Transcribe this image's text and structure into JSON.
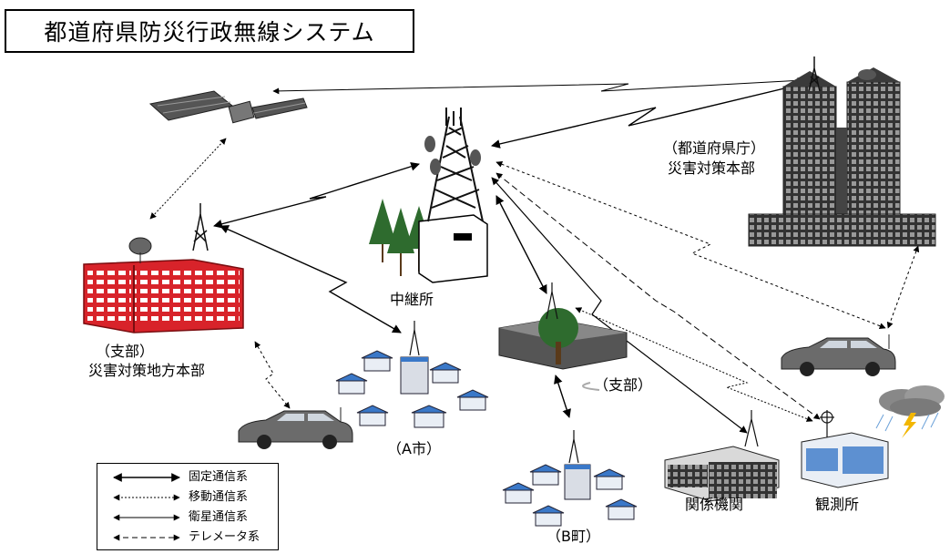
{
  "title": "都道府県防災行政無線システム",
  "nodes": {
    "prefecture_hq": [
      "（都道府県庁）",
      "災害対策本部"
    ],
    "relay": "中継所",
    "branch_hq": [
      "（支部）",
      "災害対策地方本部"
    ],
    "branch": "（支部）",
    "city_a": "（A市）",
    "town_b": "（B町）",
    "related_org": "関係機関",
    "observatory": "観測所"
  },
  "legend": [
    {
      "label": "固定通信系",
      "style": "solid-both"
    },
    {
      "label": "移動通信系",
      "style": "dotted-both"
    },
    {
      "label": "衛星通信系",
      "style": "solid-both"
    },
    {
      "label": "テレメータ系",
      "style": "dashed-both"
    }
  ],
  "colors": {
    "building_red": "#d8232a",
    "house_blue": "#3a78c8",
    "tower": "#1a1a1a",
    "hq_gray": "#4a4a4a",
    "car_gray": "#6b6b6b",
    "tree_green": "#2e6b2e"
  }
}
